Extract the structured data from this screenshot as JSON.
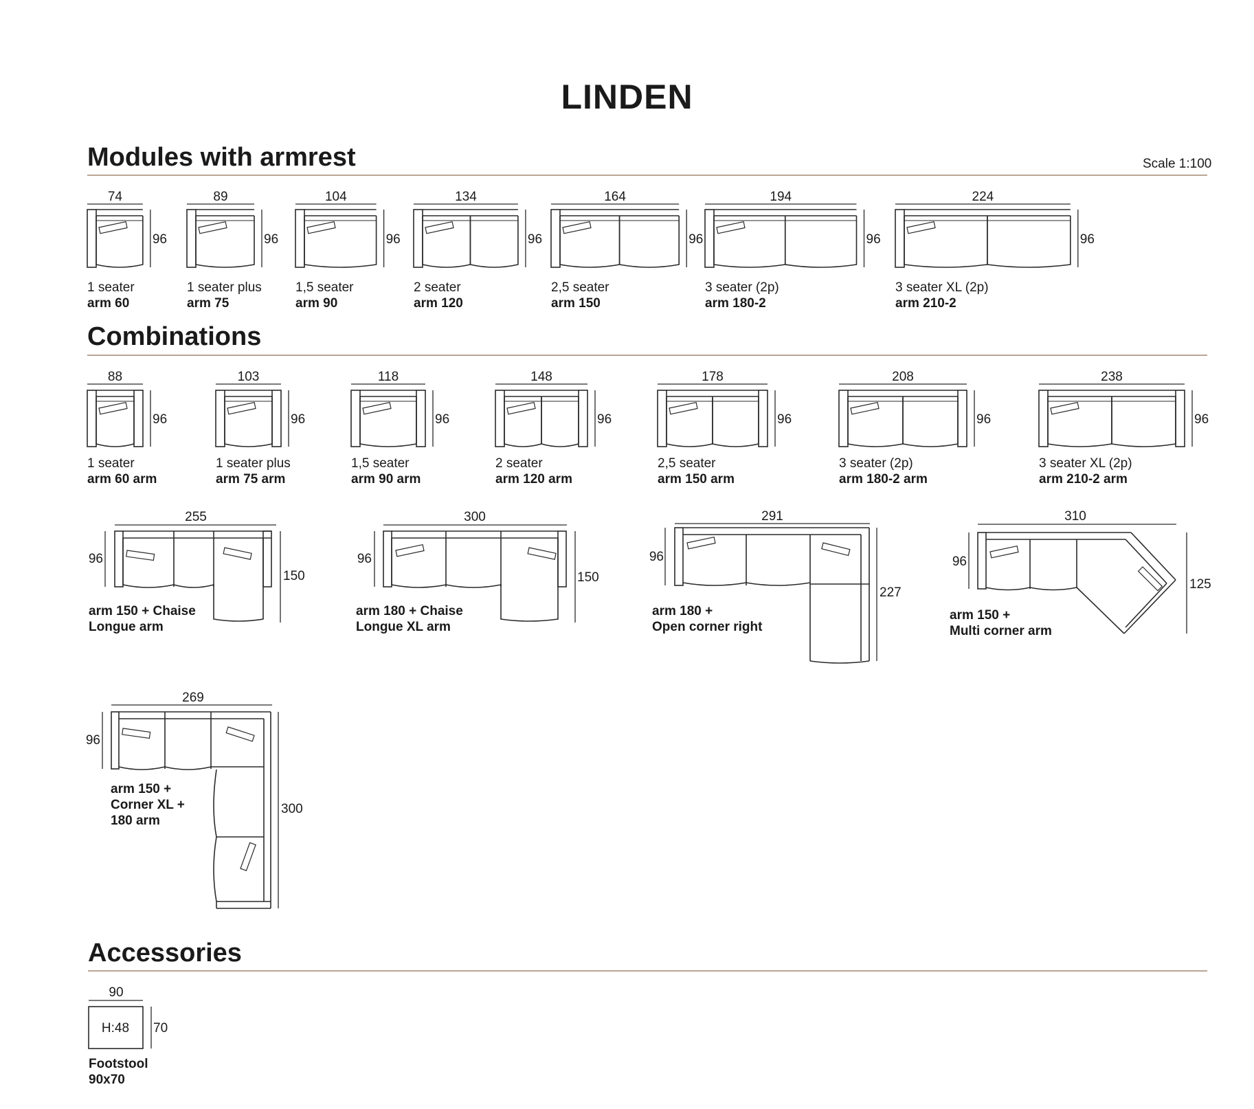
{
  "title": "LINDEN",
  "sections": {
    "modules": "Modules with armrest",
    "combinations": "Combinations",
    "accessories": "Accessories"
  },
  "scale": "Scale 1:100",
  "modules": [
    {
      "width": "74",
      "depth": "96",
      "name": "1 seater",
      "code": "arm 60"
    },
    {
      "width": "89",
      "depth": "96",
      "name": "1 seater plus",
      "code": "arm 75"
    },
    {
      "width": "104",
      "depth": "96",
      "name": "1,5 seater",
      "code": "arm 90"
    },
    {
      "width": "134",
      "depth": "96",
      "name": "2 seater",
      "code": "arm 120"
    },
    {
      "width": "164",
      "depth": "96",
      "name": "2,5 seater",
      "code": "arm 150"
    },
    {
      "width": "194",
      "depth": "96",
      "name": "3 seater (2p)",
      "code": "arm 180-2"
    },
    {
      "width": "224",
      "depth": "96",
      "name": "3 seater XL (2p)",
      "code": "arm 210-2"
    }
  ],
  "combinations": [
    {
      "width": "88",
      "depth": "96",
      "name": "1 seater",
      "code": "arm 60 arm"
    },
    {
      "width": "103",
      "depth": "96",
      "name": "1 seater plus",
      "code": "arm 75 arm"
    },
    {
      "width": "118",
      "depth": "96",
      "name": "1,5 seater",
      "code": "arm 90 arm"
    },
    {
      "width": "148",
      "depth": "96",
      "name": "2 seater",
      "code": "arm 120 arm"
    },
    {
      "width": "178",
      "depth": "96",
      "name": "2,5 seater",
      "code": "arm 150 arm"
    },
    {
      "width": "208",
      "depth": "96",
      "name": "3 seater (2p)",
      "code": "arm 180-2 arm"
    },
    {
      "width": "238",
      "depth": "96",
      "name": "3 seater XL (2p)",
      "code": "arm 210-2 arm"
    }
  ],
  "corners": [
    {
      "width": "255",
      "depth": "96",
      "length": "150",
      "line1": "arm 150 + Chaise",
      "line2": "Longue arm",
      "line3": ""
    },
    {
      "width": "300",
      "depth": "96",
      "length": "150",
      "line1": "arm 180 + Chaise",
      "line2": "Longue XL arm",
      "line3": ""
    },
    {
      "width": "291",
      "depth": "96",
      "length": "227",
      "line1": "arm 180 +",
      "line2": "Open corner right",
      "line3": ""
    },
    {
      "width": "310",
      "depth": "96",
      "length": "125",
      "line1": "arm 150 +",
      "line2": "Multi corner arm",
      "line3": ""
    },
    {
      "width": "269",
      "depth": "96",
      "length": "300",
      "line1": "arm 150 +",
      "line2": "Corner XL +",
      "line3": "180 arm"
    }
  ],
  "accessories": [
    {
      "width": "90",
      "depth": "70",
      "height": "H:48",
      "name": "Footstool",
      "size": "90x70"
    }
  ]
}
